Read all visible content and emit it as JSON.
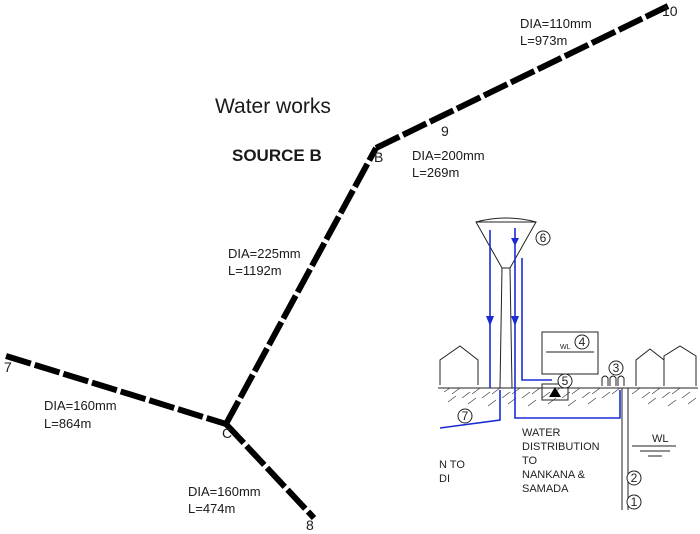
{
  "title": "Water works",
  "source_label": "SOURCE B",
  "nodes": {
    "n10": "10",
    "n9": "9",
    "nB": "B",
    "n7": "7",
    "nC": "C",
    "n8": "8"
  },
  "pipes": {
    "p9_10": {
      "dia": "DIA=110mm",
      "length": "L=973m"
    },
    "pB_9": {
      "dia": "DIA=200mm",
      "length": "L=269m"
    },
    "pC_B": {
      "dia": "DIA=225mm",
      "length": "L=1192m"
    },
    "p7_C": {
      "dia": "DIA=160mm",
      "length": "L=864m"
    },
    "pC_8": {
      "dia": "DIA=160mm",
      "length": "L=474m"
    }
  },
  "inset": {
    "callouts": [
      "1",
      "2",
      "3",
      "4",
      "5",
      "6",
      "7"
    ],
    "tank_label": "WL",
    "ground_wl": "WL",
    "distribution_text": [
      "WATER",
      "DISTRIBUTION",
      "TO",
      "NANKANA &",
      "SAMADA"
    ],
    "cut_text": [
      "N TO",
      "DI"
    ]
  },
  "colors": {
    "pipe": "#000000",
    "flow_line": "#1a2bd6"
  }
}
